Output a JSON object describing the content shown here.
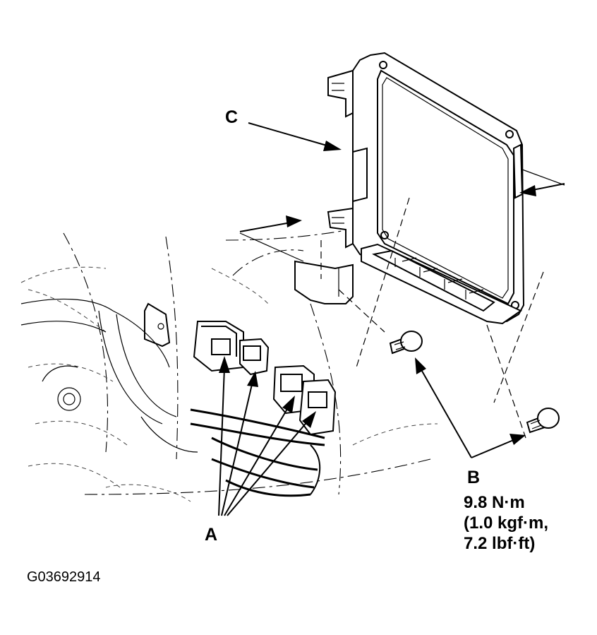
{
  "labels": {
    "a": "A",
    "b": "B",
    "c": "C"
  },
  "torque_spec": {
    "line1": "9.8 N·m",
    "line2": "(1.0 kgf·m,",
    "line3": "7.2 lbf·ft)"
  },
  "figure_code": "G03692914"
}
